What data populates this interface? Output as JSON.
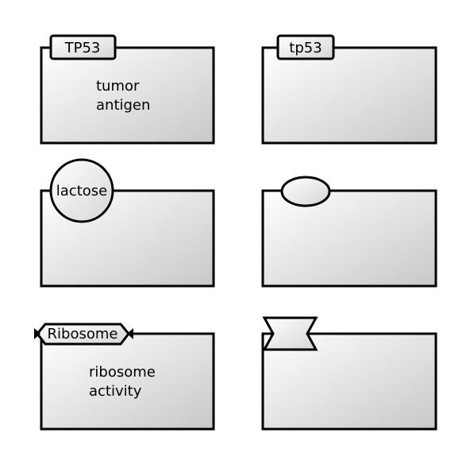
{
  "colors": {
    "stroke": "#000000",
    "gradient_light": "#ffffff",
    "gradient_dark": "#c8c8c8"
  },
  "glyphs": [
    {
      "id": "glyph-1",
      "shape": "tag-unit-of-information",
      "tag_label": "TP53",
      "body_lines": [
        "tumor",
        "antigen"
      ]
    },
    {
      "id": "glyph-2",
      "shape": "tag-unit-of-information",
      "tag_label": "tp53",
      "body_lines": []
    },
    {
      "id": "glyph-3",
      "shape": "circle-simple-chemical",
      "tag_label": "lactose",
      "body_lines": []
    },
    {
      "id": "glyph-4",
      "shape": "ellipse",
      "tag_label": "",
      "body_lines": []
    },
    {
      "id": "glyph-5",
      "shape": "hexagon-complex",
      "tag_label": "Ribosome",
      "body_lines": [
        "ribosome",
        "activity"
      ]
    },
    {
      "id": "glyph-6",
      "shape": "bowtie-perturbation",
      "tag_label": "",
      "body_lines": []
    }
  ]
}
